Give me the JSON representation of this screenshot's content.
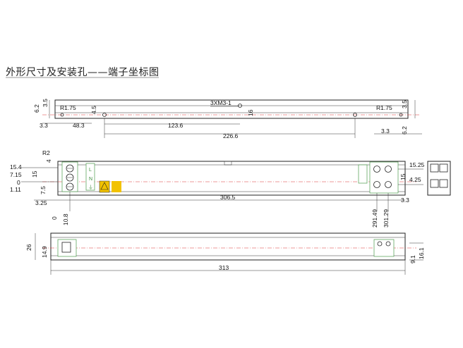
{
  "title": "外形尺寸及安装孔——端子坐标图",
  "top_view": {
    "dims": {
      "h_6_2": "6.2",
      "h_3_5": "3.5",
      "r_left": "R1.75",
      "d_3_3_left": "3.3",
      "d_48_3": "48.3",
      "d_4_5": "4.5",
      "d_123_6": "123.6",
      "d_226_6": "226.6",
      "hole_label": "3XM3-1",
      "d_16": "16",
      "r_right": "R1.75",
      "r_3_5": "3.5",
      "r_6_2": "6.2",
      "d_3_3_right": "3.3"
    }
  },
  "side_view": {
    "dims": {
      "r2": "R2",
      "d_4": "4",
      "d_15_4": "15.4",
      "d_7_15": "7.15",
      "d_15": "15",
      "d_0": "0",
      "d_1_11": "1.11",
      "d_7_5": "7.5",
      "d_3_25": "3.25",
      "d_0_bottom": "0",
      "d_10_8": "10.8",
      "d_306_5": "306.5",
      "d_291_49": "291.49",
      "d_301_29": "301.29",
      "d_3_3": "3.3",
      "d_15_25": "15.25",
      "d_15_right": "15",
      "d_4_25": "4.25"
    },
    "terminal_labels": [
      "L",
      "N",
      "⏚"
    ]
  },
  "bottom_view": {
    "dims": {
      "d_26": "26",
      "d_14_9": "14.9",
      "d_313": "313",
      "d_9_1": "9.1",
      "d_16_1": "16.1"
    }
  }
}
